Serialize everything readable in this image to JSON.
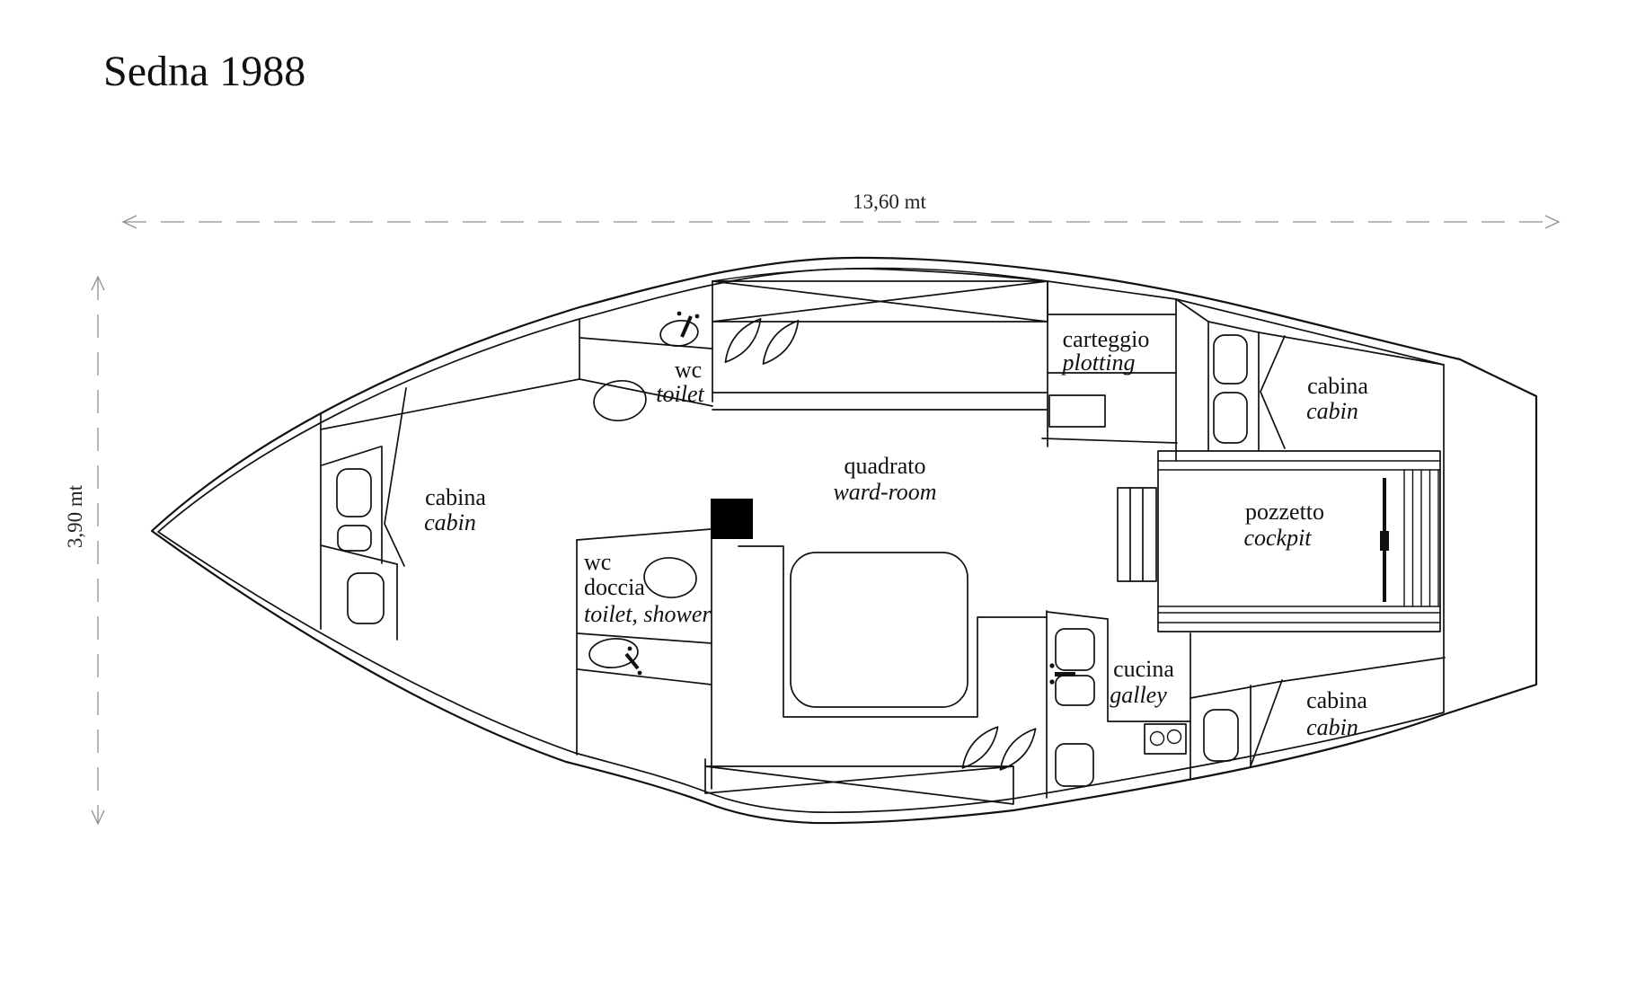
{
  "title": "Sedna 1988",
  "dimensions": {
    "length_label": "13,60 mt",
    "beam_label": "3,90 mt"
  },
  "rooms": {
    "bow_cabin": {
      "it": "cabina",
      "en": "cabin"
    },
    "fwd_wc": {
      "it": "wc",
      "en": "toilet"
    },
    "aft_wc": {
      "it_line1": "wc",
      "it_line2": "doccia",
      "en": "toilet, shower"
    },
    "saloon": {
      "it": "quadrato",
      "en": "ward-room"
    },
    "nav_station": {
      "it": "carteggio",
      "en": "plotting"
    },
    "galley": {
      "it": "cucina",
      "en": "galley"
    },
    "cockpit": {
      "it": "pozzetto",
      "en": "cockpit"
    },
    "aft_cabin_starboard": {
      "it": "cabina",
      "en": "cabin"
    },
    "aft_cabin_port": {
      "it": "cabina",
      "en": "cabin"
    }
  },
  "colors": {
    "background": "#ffffff",
    "line": "#111111",
    "dimension": "#8f8f8f",
    "mast_fill": "#000000"
  }
}
